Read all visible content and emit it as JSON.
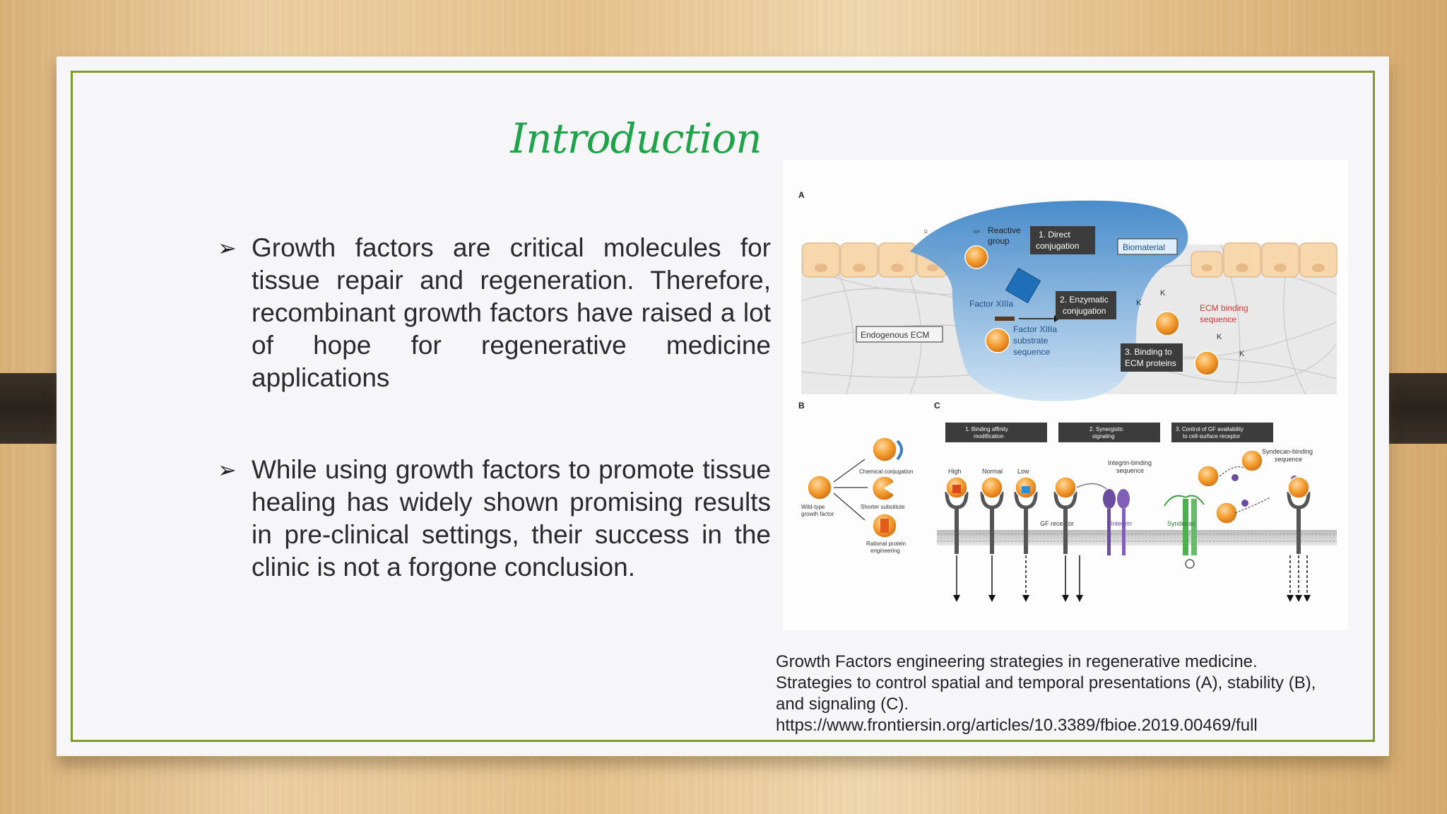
{
  "slide": {
    "title": "Introduction",
    "bullets": [
      "Growth factors are critical molecules for tissue repair and regeneration. Therefore, recombinant growth factors have raised a lot of hope for regenerative medicine applications",
      "While using growth factors to promote tissue healing has widely shown promising results in pre-clinical settings, their success in the clinic is not a forgone conclusion."
    ],
    "bullet_icon": "arrowhead-bullet-icon"
  },
  "figure": {
    "panel_a": {
      "label": "A",
      "reactive_group": [
        "Reactive",
        "group"
      ],
      "nh": "NH",
      "o": "O",
      "step1": [
        "1. Direct",
        "conjugation"
      ],
      "biomaterial": "Biomaterial",
      "factor_xiiia": "Factor XIIIa",
      "step2": [
        "2. Enzymatic",
        "conjugation"
      ],
      "endogenous_ecm": "Endogenous ECM",
      "substrate": [
        "Factor XIIIa",
        "substrate",
        "sequence"
      ],
      "step3": [
        "3. Binding to",
        "ECM proteins"
      ],
      "ecm_binding": [
        "ECM  binding",
        "sequence"
      ],
      "kon": "K",
      "koff": "K"
    },
    "panel_b": {
      "label": "B",
      "wild_type": [
        "Wild-type",
        "growth factor"
      ],
      "chemical": "Chemical conjugation",
      "shorter": "Shorter substitute",
      "rational": [
        "Rational protein",
        "engineering"
      ]
    },
    "panel_c": {
      "label": "C",
      "box1": [
        "1. Binding affinity",
        "modification"
      ],
      "box2": [
        "2. Synergistic",
        "signaling"
      ],
      "box3": [
        "3. Control of GF availability",
        "to cell-surface receptor"
      ],
      "high": "High",
      "normal": "Normal",
      "low": "Low",
      "gf_receptor": "GF receptor",
      "integrin_binding": [
        "Integrin-binding",
        "sequence"
      ],
      "integrin": "Integrin",
      "syndecan": "Syndecan",
      "syndecan_binding": [
        "Syndecan-binding",
        "sequence"
      ]
    }
  },
  "caption": {
    "lines": [
      "Growth Factors engineering strategies in regenerative medicine.",
      "Strategies to control spatial and temporal presentations (A), stability (B),",
      "and signaling (C).",
      "https://www.frontiersin.org/articles/10.3389/fbioe.2019.00469/full"
    ]
  },
  "colors": {
    "title": "#1ea24a",
    "border": "#7c9a2e",
    "growth_factor": "#f39a2b",
    "biomaterial": "#5a9fd4",
    "label_box": "#3c3c3c"
  }
}
